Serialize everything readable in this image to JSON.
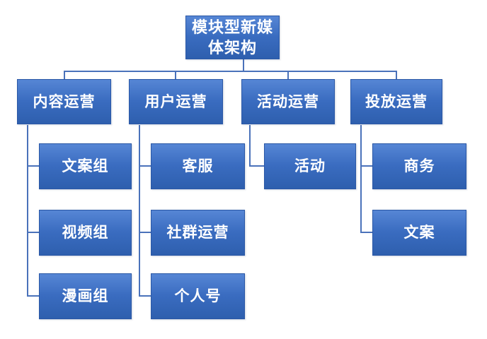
{
  "diagram": {
    "type": "org-chart",
    "root": {
      "label": "模块型新媒体架构"
    },
    "branches": [
      {
        "label": "内容运营",
        "children": [
          "文案组",
          "视频组",
          "漫画组"
        ]
      },
      {
        "label": "用户运营",
        "children": [
          "客服",
          "社群运营",
          "个人号"
        ]
      },
      {
        "label": "活动运营",
        "children": [
          "活动"
        ]
      },
      {
        "label": "投放运营",
        "children": [
          "商务",
          "文案"
        ]
      }
    ],
    "colors": {
      "node_gradient_top": "#5686d5",
      "node_gradient_bottom": "#2e5fae",
      "node_border": "#2b58a6",
      "connector": "#4a72ba",
      "text": "#ffffff",
      "background": "#ffffff"
    }
  }
}
